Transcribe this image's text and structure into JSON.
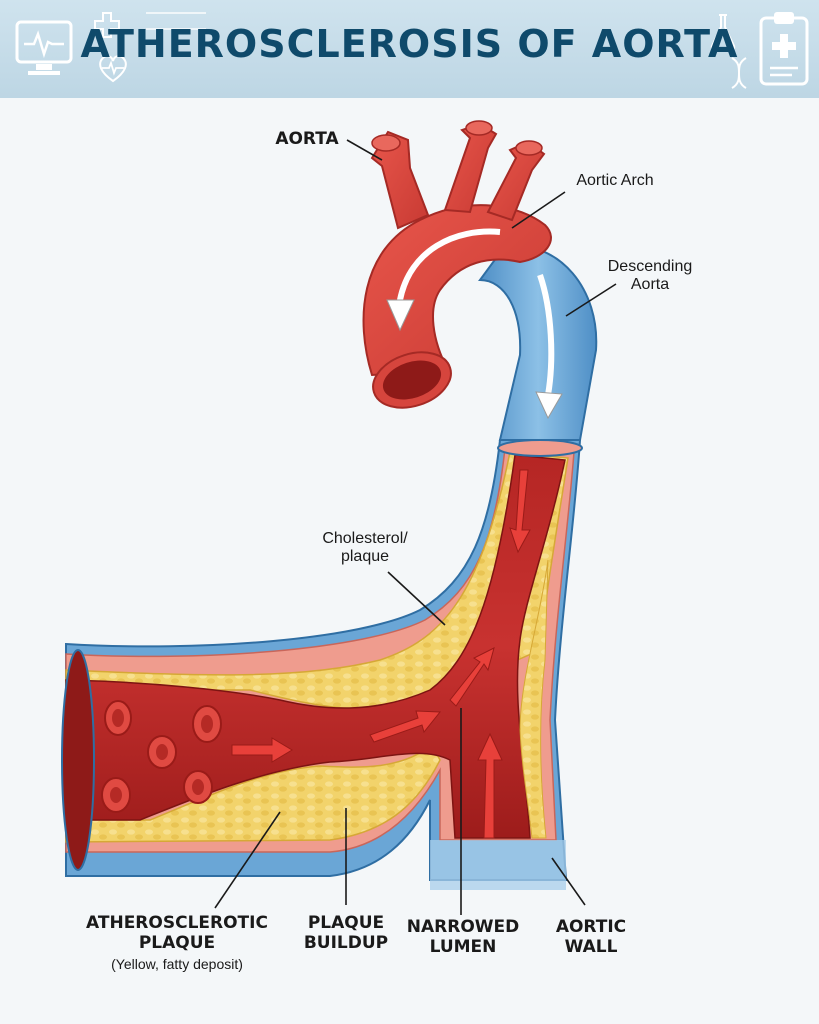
{
  "title": "ATHEROSCLEROSIS OF AORTA",
  "labels": {
    "aorta": "AORTA",
    "aortic_arch": "Aortic Arch",
    "descending_aorta_1": "Descending",
    "descending_aorta_2": "Aorta",
    "cholesterol_1": "Cholesterol/",
    "cholesterol_2": "plaque",
    "atherosclerotic_1": "ATHEROSCLEROTIC",
    "atherosclerotic_2": "PLAQUE",
    "atherosclerotic_note": "(Yellow, fatty deposit)",
    "plaque_buildup_1": "PLAQUE",
    "plaque_buildup_2": "BUILDUP",
    "narrowed_lumen_1": "NARROWED",
    "narrowed_lumen_2": "LUMEN",
    "aortic_wall_1": "AORTIC",
    "aortic_wall_2": "WALL"
  },
  "icons": [
    "monitor-ecg-icon",
    "medical-cross-icon",
    "heart-ecg-icon",
    "flask-icon",
    "dna-icon",
    "clipboard-cross-icon"
  ],
  "colors": {
    "header_bg": "#c6dde9",
    "title": "#0f4a6b",
    "artery_red": "#d9463d",
    "vein_blue": "#6aa6d6",
    "plaque_yellow": "#f2d36b",
    "lumen": "#a8201f",
    "flow_arrow": "#e8403a"
  }
}
